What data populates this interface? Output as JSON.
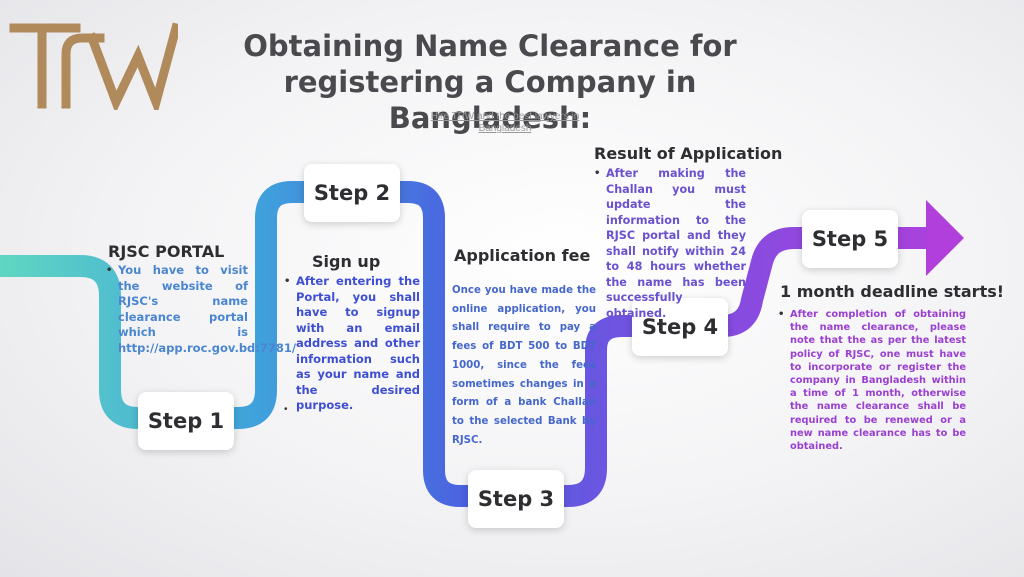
{
  "logo": {
    "text": "TRW",
    "color": "#b08a5a"
  },
  "title": {
    "line1": "Obtaining Name Clearance for",
    "line2": "registering a Company in Bangladesh:"
  },
  "subtitle": "Hire TRW and the best lawyers in Bangladesh",
  "flow_colors": {
    "start": "#5fd6c2",
    "mid1": "#3fa2dc",
    "mid2": "#4b63e0",
    "mid3": "#7a4fe0",
    "end": "#b13fdc"
  },
  "steps": [
    {
      "label": "Step 1",
      "heading": "RJSC PORTAL",
      "text": "You have to visit the website of RJSC's name clearance portal which is http://app.roc.gov.bd:7781/",
      "color": "#4a86d0"
    },
    {
      "label": "Step 2",
      "heading": "Sign up",
      "text": "After entering the Portal, you shall have to signup with an email address and other information such as your name and the desired purpose.",
      "color": "#3f4fd3"
    },
    {
      "label": "Step 3",
      "heading": "Application fee",
      "text": "Once you have made the online application, you shall require to pay a fees of BDT 500 to BDT 1000, since the fees sometimes changes in a form of a bank Challan to the selected Bank by RJSC.",
      "color": "#4567cc"
    },
    {
      "label": "Step 4",
      "heading": "Result of Application",
      "text": "After making the Challan you must update the information to the RJSC portal and they shall notify within 24 to 48 hours whether the name has been successfully obtained.",
      "color": "#6a52cf"
    },
    {
      "label": "Step 5",
      "heading": "1 month deadline starts!",
      "text": "After completion of obtaining the name clearance, please note that the as per the latest policy of RJSC, one must have to incorporate or register the company in Bangladesh within a time of 1 month, otherwise the name clearance shall be required to be renewed or a new name clearance has to be obtained.",
      "color": "#9a3fd0"
    }
  ]
}
